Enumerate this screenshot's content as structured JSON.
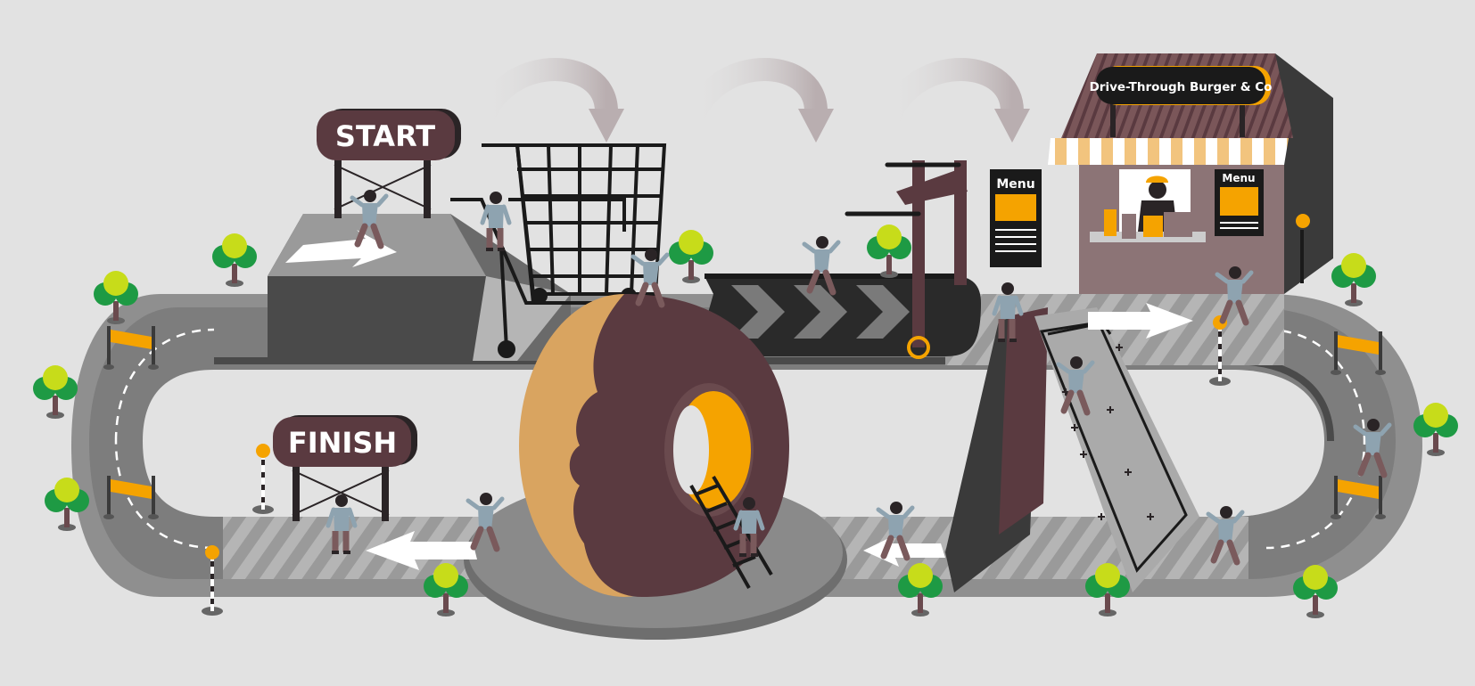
{
  "signs": {
    "start": "START",
    "finish": "FINISH",
    "shop_name": "Drive-Through Burger & Co",
    "menu_board_1": "Menu",
    "menu_board_2": "Menu"
  },
  "colors": {
    "background": "#e2e2e2",
    "sign_brown": "#5a3a40",
    "accent_orange": "#f5a300",
    "tree_green": "#1e9a44",
    "tree_lime": "#c7dc1a",
    "figure_shirt": "#8ea3b0",
    "figure_pants": "#7a5a5c",
    "donut_dough": "#d9a460",
    "donut_icing": "#5a3a40"
  },
  "icons": [
    "start-sign",
    "finish-sign",
    "shopping-cart",
    "treadmill",
    "donut-obstacle",
    "ladder",
    "mattress-ramp",
    "drive-through-shop",
    "menu-board",
    "tree",
    "barrier-flag",
    "progress-arrow",
    "direction-arrow",
    "runner-figure"
  ]
}
